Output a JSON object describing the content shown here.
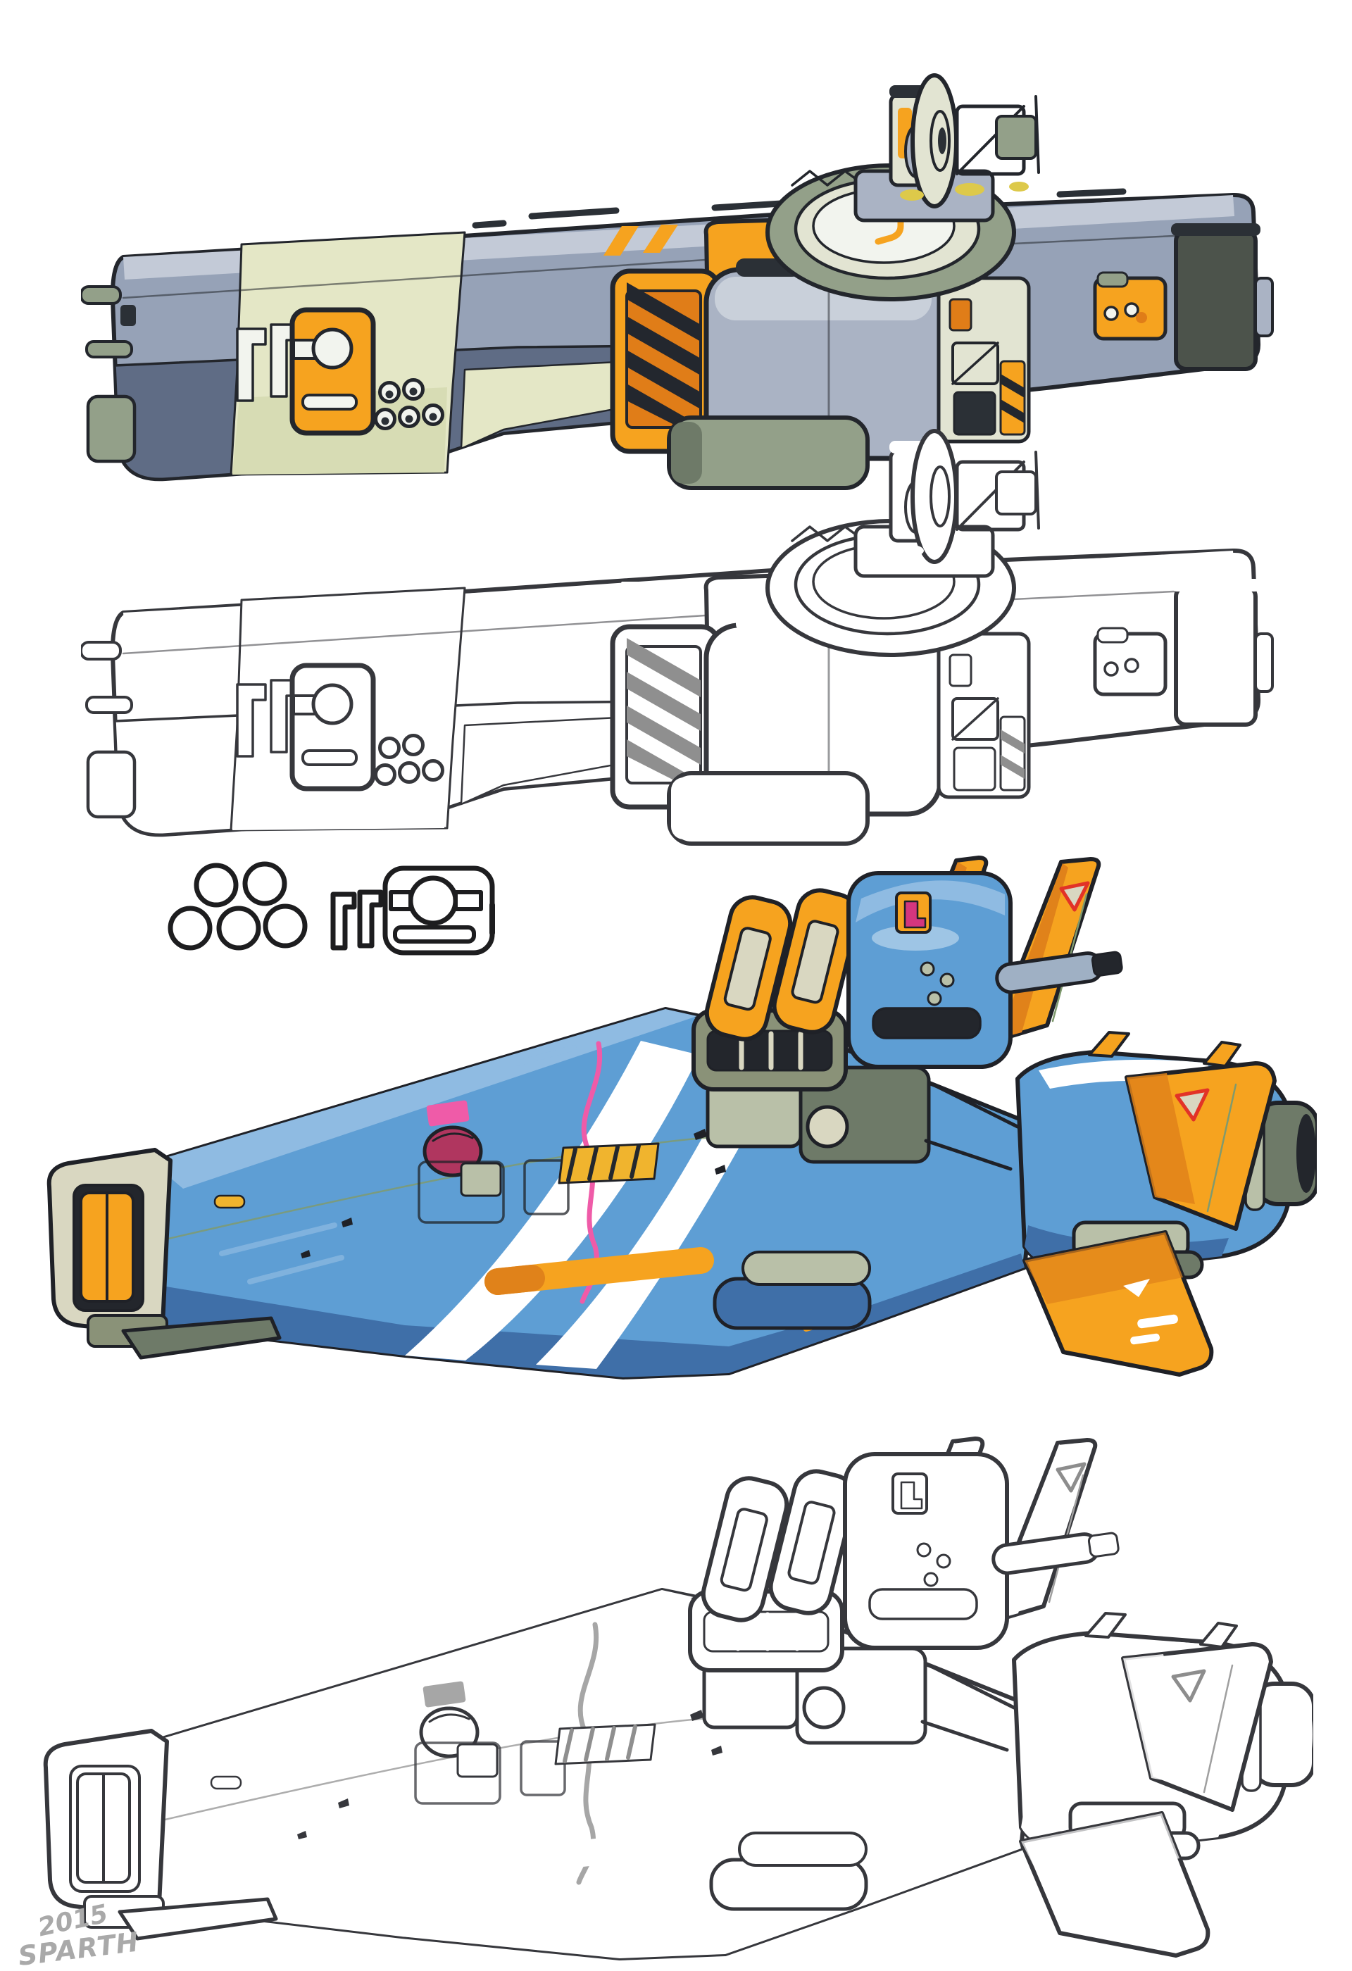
{
  "artwork": {
    "signature": {
      "year": "2015",
      "artist": "SPARTH"
    },
    "hull_marking": "rr9",
    "figures": [
      {
        "id": "hauler-colored",
        "label": "Industrial hauler spaceship, colored side view with rr9 emblem, orange pods and sensor mast"
      },
      {
        "id": "hauler-lineart",
        "label": "Industrial hauler spaceship, black and white line-art version"
      },
      {
        "id": "detail-sketches",
        "label": "Detail callouts: five port circles and rr9 hull emblem"
      },
      {
        "id": "fighter-colored",
        "label": "Blue fighter spaceship, colored three-quarter view with orange fins"
      },
      {
        "id": "fighter-lineart",
        "label": "Blue fighter spaceship, black and white line-art version"
      }
    ],
    "palette": {
      "background": "#ffffff",
      "hauler_hull_gray": "#96a2b7",
      "hauler_hull_highlight": "#c3cad7",
      "hauler_hull_shadow": "#5f6c85",
      "pale_olive_band": "#e4e7c6",
      "orange": "#f6a31f",
      "orange_deep": "#e07d18",
      "deck_yellow": "#ddc94a",
      "olive_pod": "#93a089",
      "olive_deep": "#6e7a68",
      "dark_panel": "#4c534b",
      "ink_line": "#23262c",
      "fighter_blue": "#5e9ed4",
      "fighter_blue_light": "#8fbbe2",
      "fighter_blue_deep": "#3f6fa8",
      "nose_bone": "#d9d7c1",
      "pink_stripe": "#ef5ba8",
      "magenta_glyph": "#d4367e",
      "dark_red_port": "#b0365f",
      "warning_red": "#e23327",
      "hatch_yellow": "#f0b42e",
      "signature_gray": "#a9a9a9"
    }
  }
}
